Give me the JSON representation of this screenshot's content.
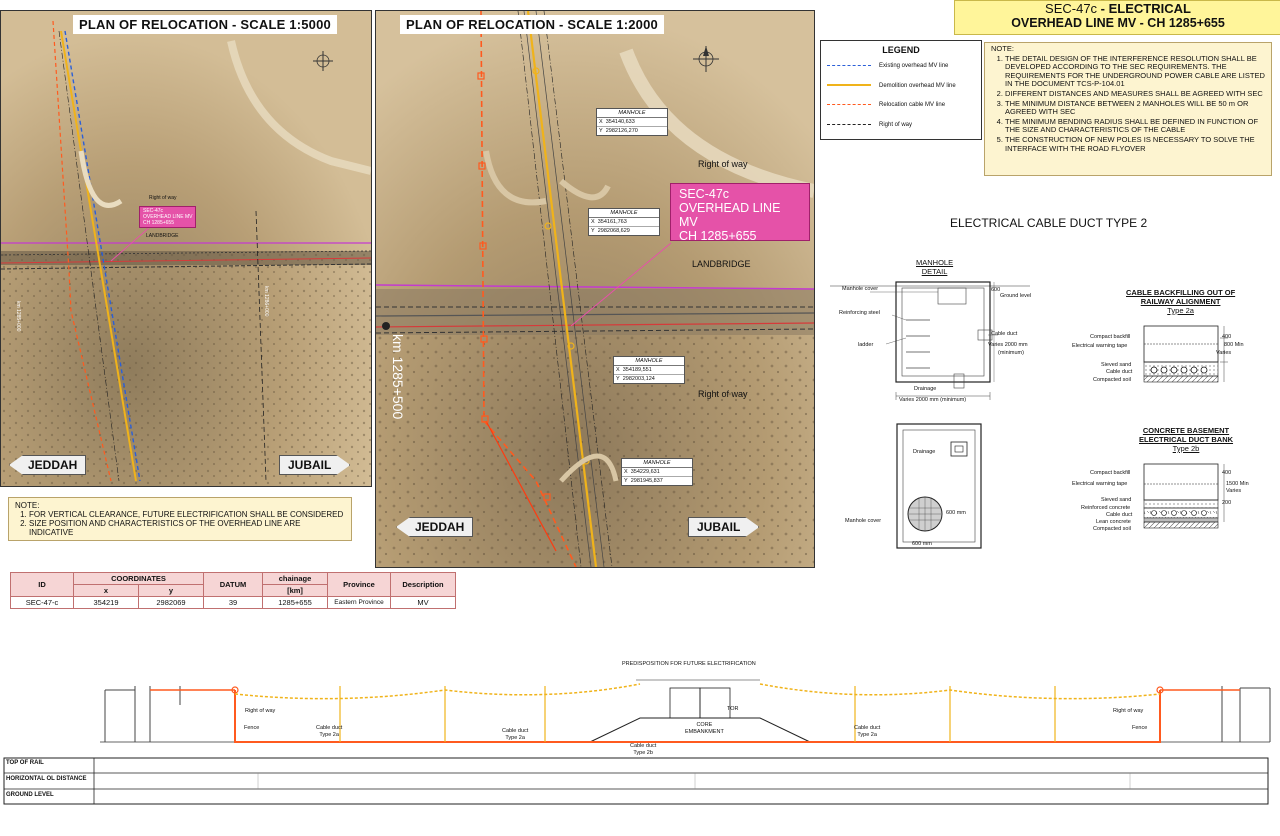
{
  "header": {
    "title_line1_code": "SEC-47c",
    "title_line1_rest": " - ELECTRICAL",
    "title_line2": "OVERHEAD LINE MV - CH 1285+655"
  },
  "map_left": {
    "title": "PLAN OF RELOCATION - SCALE 1:5000",
    "dir_left": "JEDDAH",
    "dir_right": "JUBAIL",
    "sec_label": [
      "SEC-47c",
      "OVERHEAD LINE MV",
      "CH 1285+655"
    ],
    "row_label": "Right of way",
    "landbridge": "LANDBRIDGE",
    "km_label": "km 1285+000",
    "km_label2": "km 1286+000"
  },
  "map_right": {
    "title": "PLAN OF RELOCATION - SCALE 1:2000",
    "dir_left": "JEDDAH",
    "dir_right": "JUBAIL",
    "row_label_1": "Right of way",
    "row_label_2": "Right of way",
    "landbridge": "LANDBRIDGE",
    "km_label": "km 1285+500",
    "sec_label": {
      "line1": "SEC-47c",
      "line2": "OVERHEAD LINE MV",
      "line3": "CH 1285+655"
    },
    "manholes": [
      {
        "title": "MANHOLE",
        "x": "354140,633",
        "y": "2982126,270"
      },
      {
        "title": "MANHOLE",
        "x": "354161,763",
        "y": "2982068,629"
      },
      {
        "title": "MANHOLE",
        "x": "354189,551",
        "y": "2982003,124"
      },
      {
        "title": "MANHOLE",
        "x": "354229,631",
        "y": "2981945,837"
      }
    ]
  },
  "legend": {
    "title": "LEGEND",
    "items": [
      {
        "label": "Existing overhead MV line",
        "color": "#2a5fd8",
        "style": "dashed"
      },
      {
        "label": "Demolition overhead MV line",
        "color": "#f0b31a",
        "style": "solid"
      },
      {
        "label": "Relocation cable MV line",
        "color": "#ff5a1f",
        "style": "dashed"
      },
      {
        "label": "Right of way",
        "color": "#222222",
        "style": "dashdot"
      }
    ]
  },
  "notes_right": {
    "title": "NOTE:",
    "items": [
      "THE DETAIL DESIGN OF THE INTERFERENCE RESOLUTION SHALL BE DEVELOPED ACCORDING TO THE SEC REQUIREMENTS. THE REQUIREMENTS FOR THE UNDERGROUND POWER CABLE ARE LISTED IN THE DOCUMENT TCS-P-104.01",
      "DIFFERENT DISTANCES AND MEASURES SHALL BE AGREED WITH SEC",
      "THE MINIMUM DISTANCE BETWEEN 2 MANHOLES WILL BE 50 m OR AGREED WITH SEC",
      "THE MINIMUM BENDING RADIUS SHALL BE DEFINED IN FUNCTION OF THE SIZE AND CHARACTERISTICS OF THE CABLE",
      "THE CONSTRUCTION OF NEW POLES IS NECESSARY TO SOLVE THE INTERFACE WITH THE ROAD FLYOVER"
    ]
  },
  "notes_left": {
    "title": "NOTE:",
    "items": [
      "FOR VERTICAL CLEARANCE, FUTURE ELECTRIFICATION SHALL BE CONSIDERED",
      "SIZE POSITION AND CHARACTERISTICS OF THE OVERHEAD LINE ARE INDICATIVE"
    ]
  },
  "duct": {
    "title": "ELECTRICAL CABLE DUCT TYPE 2",
    "manhole_detail": {
      "title_line1": "MANHOLE",
      "title_line2": "DETAIL",
      "manhole_cover": "Manhole cover",
      "reinforcing_steel": "Reinforcing steel",
      "ladder": "ladder",
      "ground_level": "Ground level",
      "dim_top": "600",
      "cable_duct": "Cable duct",
      "varies": "Varies 2000 mm",
      "minimum": "(minimum)",
      "drainage": "Drainage",
      "varies_bottom": "Varies 2000 mm (minimum)"
    },
    "plan_view": {
      "drainage": "Drainage",
      "manhole_cover": "Manhole cover",
      "dim_side": "600 mm",
      "dim_bottom": "600 mm"
    },
    "type2a": {
      "title_line1": "CABLE BACKFILLING OUT OF",
      "title_line2": "RAILWAY ALIGNMENT",
      "subtitle": "Type 2a",
      "layers": [
        "Compact backfill",
        "Electrical warning tape",
        "Sieved sand",
        "Cable duct",
        "Compacted soil"
      ],
      "dim1": "400",
      "dim2": "800 Min",
      "dim3": "Varies"
    },
    "type2b": {
      "title_line1": "CONCRETE BASEMENT",
      "title_line2": "ELECTRICAL DUCT BANK",
      "subtitle": "Type 2b",
      "layers": [
        "Compact backfill",
        "Electrical warning tape",
        "Sieved sand",
        "Reinforced concrete",
        "Cable duct",
        "Lean concrete",
        "Compacted soil"
      ],
      "dim1": "400",
      "dim2": "1500 Min",
      "dim3": "Varies",
      "dim4": "200"
    }
  },
  "coord_table": {
    "headers": {
      "id": "ID",
      "coordinates": "COORDINATES",
      "x": "x",
      "y": "y",
      "datum": "DATUM",
      "chainage": "chainage",
      "chainage_unit": "[km]",
      "province": "Province",
      "description": "Description"
    },
    "row": {
      "id": "SEC-47-c",
      "x": "354219",
      "y": "2982069",
      "datum": "39",
      "chainage": "1285+655",
      "province": "Eastern Province",
      "description": "MV"
    }
  },
  "profile": {
    "top_label": "PREDISPOSITION FOR FUTURE ELECTRIFICATION",
    "right_of_way_left": "Right of way",
    "right_of_way_right": "Right of way",
    "fence_left": "Fence",
    "fence_right": "Fence",
    "ducts": [
      "Cable duct",
      "Type 2a"
    ],
    "core_line1": "CORE",
    "core_line2": "EMBANKMENT",
    "center_duct": [
      "Cable duct",
      "Type 2b"
    ],
    "tor": "TOR",
    "rows": [
      "TOP OF RAIL",
      "HORIZONTAL OL DISTANCE",
      "GROUND LEVEL"
    ]
  },
  "colors": {
    "existing_line": "#2a5fd8",
    "demolition_line": "#f0b31a",
    "relocation_line": "#ff5a1f",
    "sec_label_bg": "#e552a8",
    "title_bg": "#fff59a",
    "note_bg": "#fdf4d0"
  }
}
